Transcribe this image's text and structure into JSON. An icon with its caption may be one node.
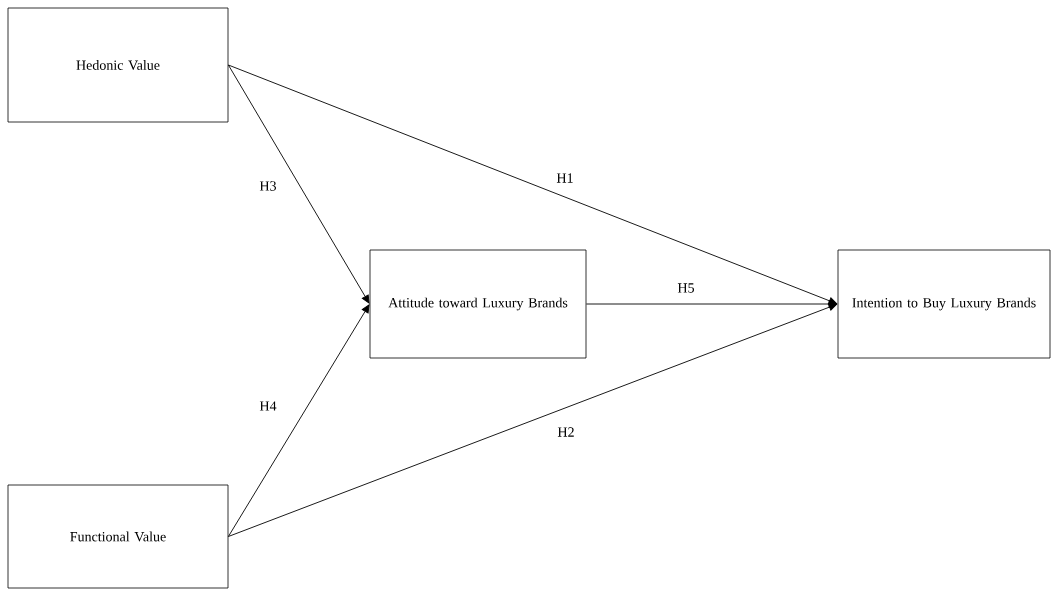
{
  "diagram": {
    "nodes": [
      {
        "text": [
          "Hedonic Value"
        ]
      },
      {
        "text": [
          "Functional Value"
        ]
      },
      {
        "text": [
          "Attitude toward Luxury Brands"
        ]
      },
      {
        "text": [
          "Intention to Buy Luxury Brands"
        ]
      }
    ],
    "edges": [
      {
        "from": 0,
        "to": 3,
        "arrow": "to",
        "label": "H1"
      },
      {
        "from": 1,
        "to": 3,
        "arrow": "to",
        "label": "H2"
      },
      {
        "from": 0,
        "to": 2,
        "arrow": "to",
        "label": "H3"
      },
      {
        "from": 1,
        "to": 2,
        "arrow": "to",
        "label": "H4"
      },
      {
        "from": 2,
        "to": 3,
        "arrow": "to",
        "label": "H5"
      }
    ]
  }
}
